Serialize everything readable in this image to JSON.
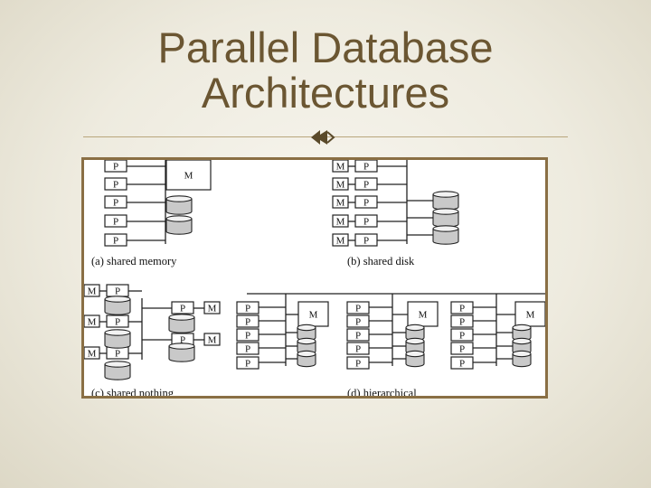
{
  "slide": {
    "title_line1": "Parallel Database",
    "title_line2": "Architectures",
    "accent_color": "#6b5632",
    "ornament_icon": "fleuron-bullet-icon"
  },
  "figure": {
    "processor_label": "P",
    "memory_label": "M",
    "captions": {
      "a": "(a) shared memory",
      "b": "(b) shared disk",
      "c": "(c) shared nothing",
      "d": "(d) hierarchical"
    }
  }
}
